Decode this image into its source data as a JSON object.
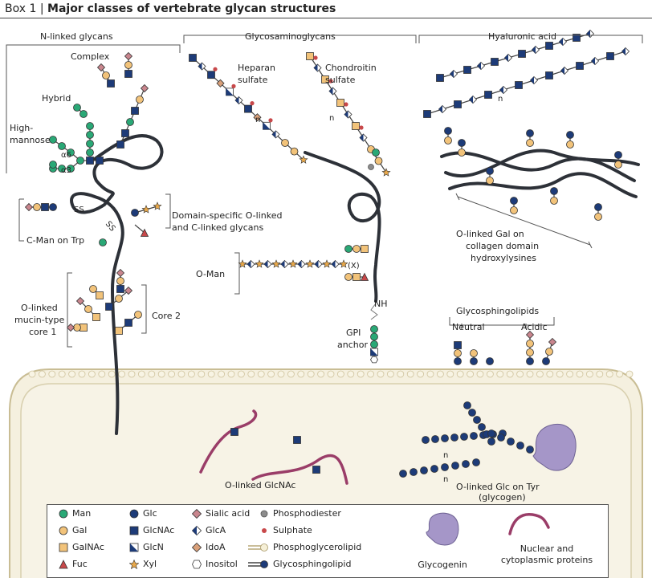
{
  "header": {
    "box": "Box 1 |",
    "title": "Major classes of vertebrate glycan structures"
  },
  "sections": {
    "n_linked": "N-linked glycans",
    "gags": "Glycosaminoglycans",
    "hyaluronic": "Hyaluronic acid",
    "glycosphingolipids": "Glycosphingolipids",
    "neutral": "Neutral",
    "acidic": "Acidic"
  },
  "labels": {
    "complex": "Complex",
    "hybrid": "Hybrid",
    "high_mannose_1": "High-",
    "high_mannose_2": "mannose",
    "alpha6": "α6",
    "alpha3": "α3",
    "heparan_1": "Heparan",
    "heparan_2": "sulfate",
    "chondroitin_1": "Chondroitin",
    "chondroitin_2": "sulfate",
    "ss_1": "SS",
    "ss_2": "SS",
    "domain_specific_1": "Domain-specific O-linked",
    "domain_specific_2": "and C-linked glycans",
    "c_man": "C-Man on Trp",
    "o_man": "O-Man",
    "x_res": "(X)",
    "nh": "NH",
    "gpi_1": "GPI",
    "gpi_2": "anchor",
    "mucin_1": "O-linked",
    "mucin_2": "mucin-type",
    "mucin_3": "core 1",
    "core2": "Core 2",
    "collagen_1": "O-linked Gal on",
    "collagen_2": "collagen domain",
    "collagen_3": "hydroxylysines",
    "n_rep": "n",
    "o_glcnac": "O-linked GlcNAc",
    "o_glc_tyr_1": "O-linked Glc on Tyr",
    "o_glc_tyr_2": "(glycogen)"
  },
  "legend": {
    "man": "Man",
    "gal": "Gal",
    "galnac": "GalNAc",
    "fuc": "Fuc",
    "glc": "Glc",
    "glcnac": "GlcNAc",
    "glcn": "GlcN",
    "xyl": "Xyl",
    "sialic": "Sialic acid",
    "glca": "GlcA",
    "idoa": "IdoA",
    "inositol": "Inositol",
    "phosphodiester": "Phosphodiester",
    "sulphate": "Sulphate",
    "phosphoglycerolipid": "Phosphoglycerolipid",
    "glycosphingolipid": "Glycosphingolipid",
    "glycogenin": "Glycogenin",
    "nuclear_1": "Nuclear and",
    "nuclear_2": "cytoplasmic proteins"
  },
  "colors": {
    "man": "#2aa876",
    "gal": "#f2c37a",
    "galnac": "#f2c37a",
    "fuc": "#c8484a",
    "glc": "#1d3b78",
    "glcnac": "#1d3b78",
    "sialic": "#c9868e",
    "idoa": "#d9a07a",
    "xyl": "#e8a84a",
    "sulphate": "#c8484a",
    "phosphodiester": "#8c8c8c",
    "membrane": "#f3eedc",
    "lipid_head": "#d4c8a0",
    "glycogenin": "#a596c8",
    "protein": "#9a3d68",
    "chain": "#2d3138"
  }
}
